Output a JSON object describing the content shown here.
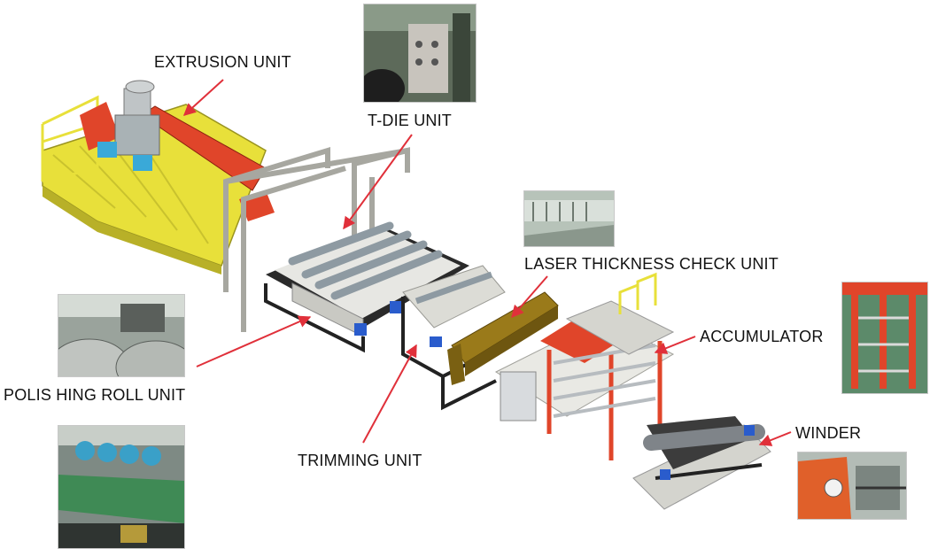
{
  "labels": {
    "extrusion": "EXTRUSION UNIT",
    "tdie": "T-DIE UNIT",
    "laser": "LASER THICKNESS CHECK UNIT",
    "accumulator": "ACCUMULATOR",
    "polishing": "POLIS HING ROLL UNIT",
    "winder": "WINDER",
    "trimming": "TRIMMING UNIT"
  },
  "colors": {
    "arrow": "#e0303a",
    "frame": "#d6d6d0",
    "yellow_platform": "#e8e03a",
    "extruder_red": "#e0452a",
    "dark_frame": "#222222",
    "laser_gold": "#9a7a1a"
  },
  "photos": [
    {
      "name": "t-die-photo",
      "icon": "t-die-photo"
    },
    {
      "name": "laser-check-photo",
      "icon": "laser-check-photo"
    },
    {
      "name": "polishing-roll-photo",
      "icon": "polishing-roll-photo"
    },
    {
      "name": "accumulator-photo",
      "icon": "accumulator-photo"
    },
    {
      "name": "drive-motors-photo",
      "icon": "drive-motors-photo"
    },
    {
      "name": "winder-photo",
      "icon": "winder-photo"
    }
  ]
}
